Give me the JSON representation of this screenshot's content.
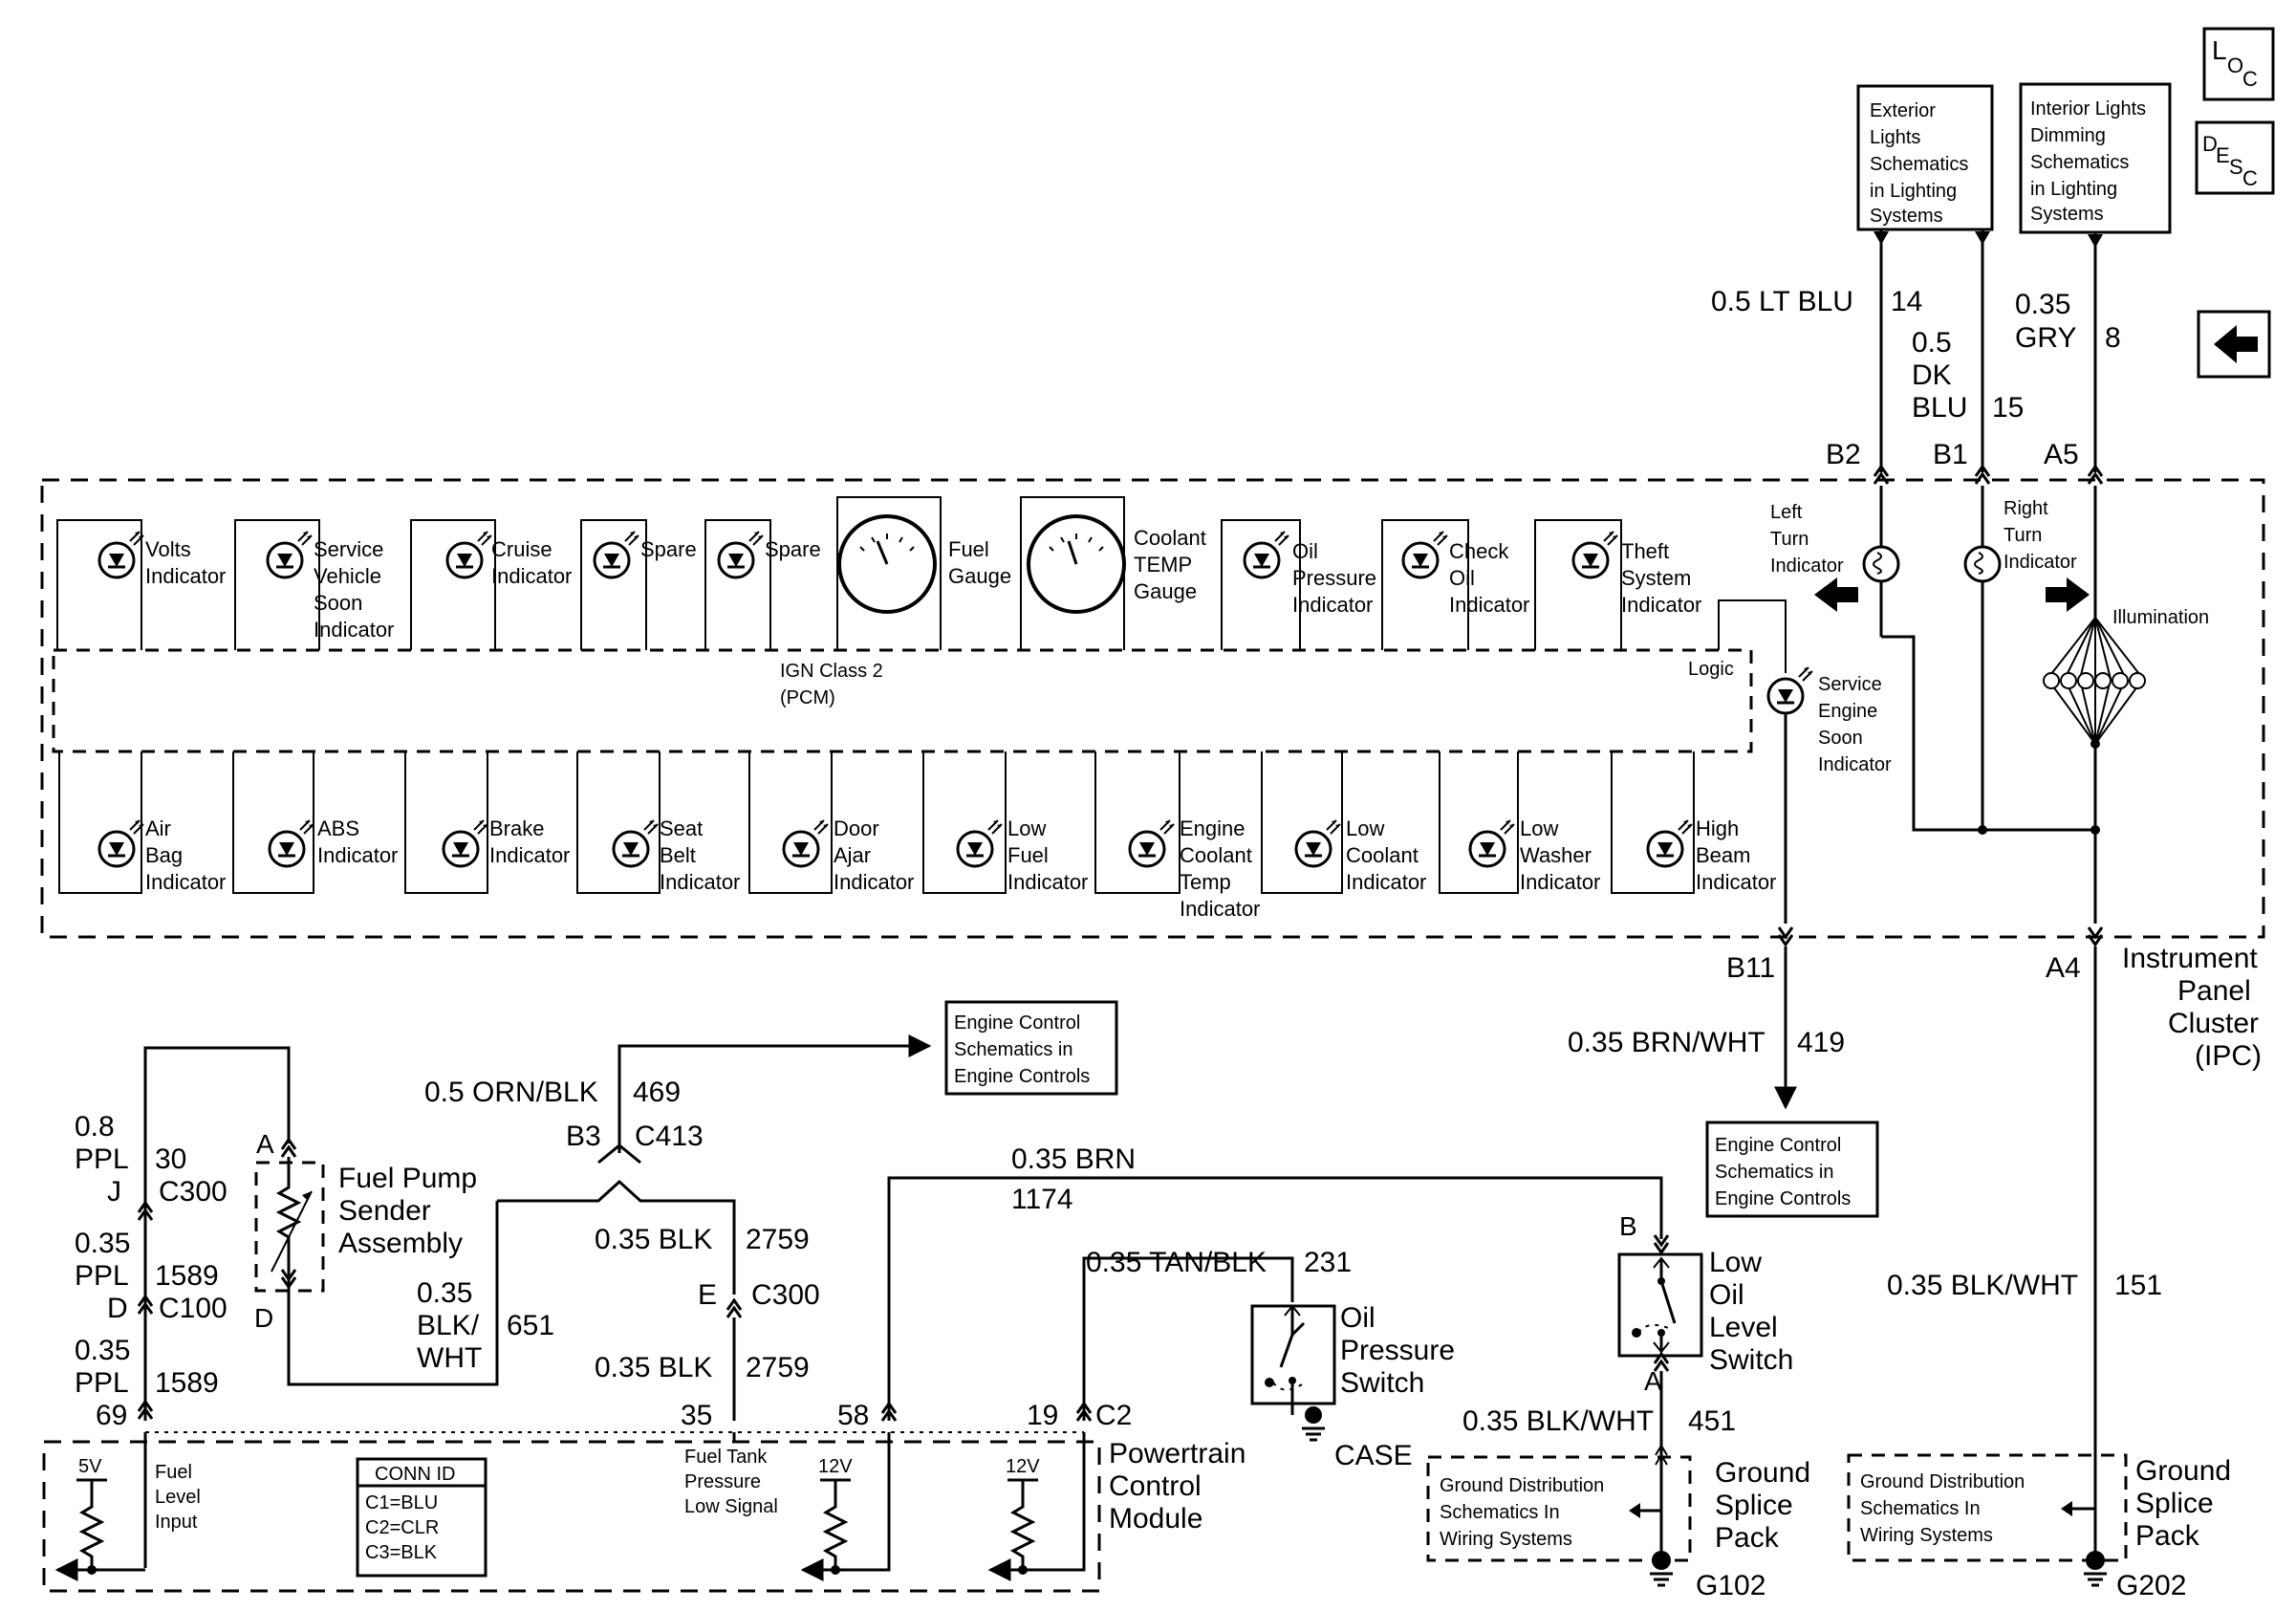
{
  "nav": {
    "loc_label": [
      "L",
      "O",
      "C"
    ],
    "desc_label": [
      "D",
      "E",
      "S",
      "C"
    ]
  },
  "refs": {
    "exterior_lights": [
      "Exterior",
      "Lights",
      "Schematics",
      "in Lighting",
      "Systems"
    ],
    "interior_dimming": [
      "Interior Lights",
      "Dimming",
      "Schematics",
      "in Lighting",
      "Systems"
    ],
    "engine_controls_top": [
      "Engine Control",
      "Schematics in",
      "Engine Controls"
    ],
    "engine_controls_right": [
      "Engine Control",
      "Schematics in",
      "Engine Controls"
    ],
    "ground_dist_1": [
      "Ground Distribution",
      "Schematics In",
      "Wiring Systems"
    ],
    "ground_dist_2": [
      "Ground Distribution",
      "Schematics In",
      "Wiring Systems"
    ]
  },
  "wires_top": {
    "ltblu": "0.5 LT BLU",
    "ltblu_ckt": "14",
    "dkblu": [
      "0.5",
      "DK",
      "BLU"
    ],
    "dkblu_ckt": "15",
    "gry": [
      "0.35",
      "GRY"
    ],
    "gry_ckt": "8"
  },
  "pins_top": {
    "b2": "B2",
    "b1": "B1",
    "a5": "A5"
  },
  "ipc": {
    "name": [
      "Instrument",
      "Panel",
      "Cluster",
      "(IPC)"
    ],
    "ign": [
      "IGN Class 2",
      "(PCM)"
    ],
    "logic": "Logic",
    "left_turn": [
      "Left",
      "Turn",
      "Indicator"
    ],
    "right_turn": [
      "Right",
      "Turn",
      "Indicator"
    ],
    "illumination": "Illumination",
    "ses": [
      "Service",
      "Engine",
      "Soon",
      "Indicator"
    ],
    "top_row": [
      [
        "Volts",
        "Indicator"
      ],
      [
        "Service",
        "Vehicle",
        "Soon",
        "Indicator"
      ],
      [
        "Cruise",
        "Indicator"
      ],
      [
        "Spare"
      ],
      [
        "Spare"
      ],
      [
        "Fuel",
        "Gauge"
      ],
      [
        "Coolant",
        "TEMP",
        "Gauge"
      ],
      [
        "Oil",
        "Pressure",
        "Indicator"
      ],
      [
        "Check",
        "Oil",
        "Indicator"
      ],
      [
        "Theft",
        "System",
        "Indicator"
      ]
    ],
    "bottom_row": [
      [
        "Air",
        "Bag",
        "Indicator"
      ],
      [
        "ABS",
        "Indicator"
      ],
      [
        "Brake",
        "Indicator"
      ],
      [
        "Seat",
        "Belt",
        "Indicator"
      ],
      [
        "Door",
        "Ajar",
        "Indicator"
      ],
      [
        "Low",
        "Fuel",
        "Indicator"
      ],
      [
        "Engine",
        "Coolant",
        "Temp",
        "Indicator"
      ],
      [
        "Low",
        "Coolant",
        "Indicator"
      ],
      [
        "Low",
        "Washer",
        "Indicator"
      ],
      [
        "High",
        "Beam",
        "Indicator"
      ]
    ]
  },
  "lower": {
    "b11": "B11",
    "a4": "A4",
    "brnwht": "0.35 BRN/WHT",
    "brnwht_ckt": "419",
    "blkwht_151": "0.35 BLK/WHT",
    "blkwht_151_ckt": "151",
    "ornblk": "0.5 ORN/BLK",
    "ornblk_ckt": "469",
    "b3": "B3",
    "c413": "C413",
    "blk_2759a": "0.35 BLK",
    "ckt_2759a": "2759",
    "e": "E",
    "c300b": "C300",
    "blk_2759b": "0.35 BLK",
    "ckt_2759b": "2759",
    "brn": "0.35 BRN",
    "brn_ckt": "1174",
    "tanblk": "0.35 TAN/BLK",
    "tanblk_ckt": "231",
    "oil_switch": [
      "Oil",
      "Pressure",
      "Switch"
    ],
    "low_oil": [
      "Low",
      "Oil",
      "Level",
      "Switch"
    ],
    "pin_b": "B",
    "pin_a": "A",
    "blkwht_451": "0.35 BLK/WHT",
    "blkwht_451_ckt": "451",
    "case": "CASE",
    "g102": "G102",
    "g202": "G202",
    "splice_pack": [
      "Ground",
      "Splice",
      "Pack"
    ],
    "splice_pack2": [
      "Ground",
      "Splice",
      "Pack"
    ],
    "fuel_pump": [
      "Fuel Pump",
      "Sender",
      "Assembly"
    ],
    "pin_a_fp": "A",
    "pin_d_fp": "D",
    "ppl1": [
      "0.8",
      "PPL"
    ],
    "ppl1_ckt": "30",
    "j": "J",
    "c300": "C300",
    "ppl2": [
      "0.35",
      "PPL"
    ],
    "ppl2_ckt": "1589",
    "d": "D",
    "c100": "C100",
    "ppl3": [
      "0.35",
      "PPL"
    ],
    "ppl3_ckt": "1589",
    "p69": "69",
    "blkwht_651": [
      "0.35",
      "BLK/",
      "WHT"
    ],
    "blkwht_651_ckt": "651",
    "p35": "35",
    "p58": "58",
    "p19": "19",
    "c2": "C2",
    "pcm": [
      "Powertrain",
      "Control",
      "Module"
    ],
    "v5": "5V",
    "v12a": "12V",
    "v12b": "12V",
    "fuel_level": [
      "Fuel",
      "Level",
      "Input"
    ],
    "fuel_tank": [
      "Fuel Tank",
      "Pressure",
      "Low Signal"
    ],
    "conn_id": "CONN ID",
    "conn": [
      "C1=BLU",
      "C2=CLR",
      "C3=BLK"
    ]
  }
}
